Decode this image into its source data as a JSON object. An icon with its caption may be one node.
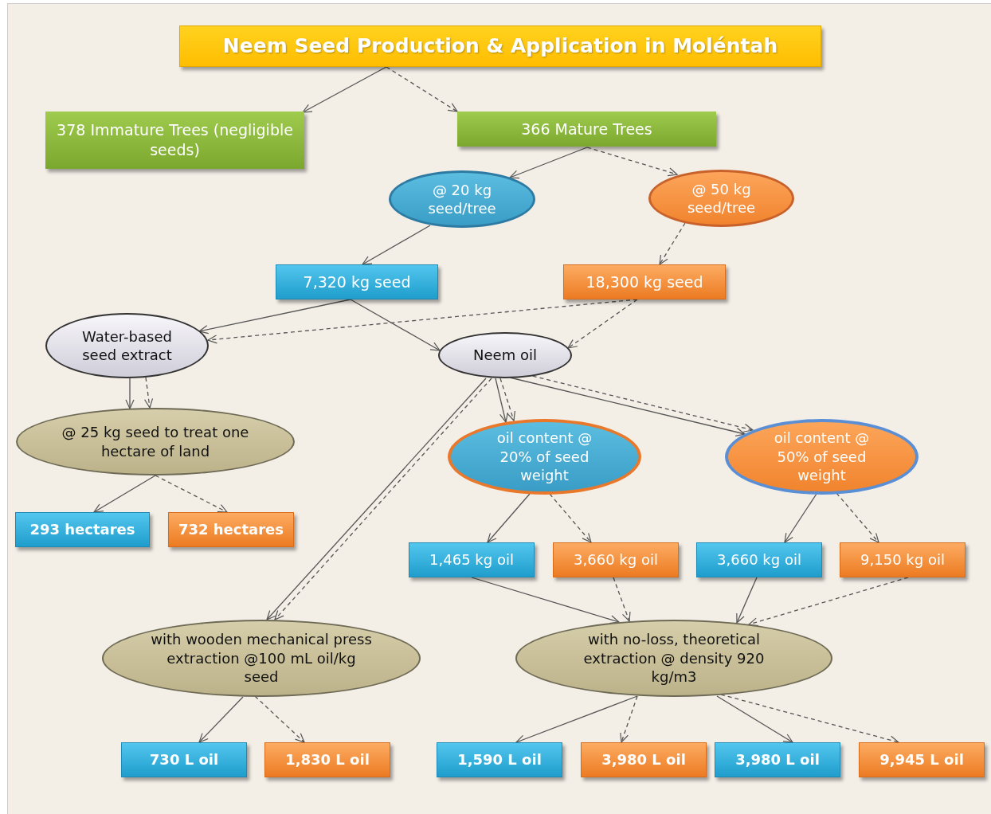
{
  "diagram": {
    "nodes": [
      {
        "text": [
          "Neem Seed Production & Application in Moléntah"
        ]
      },
      {
        "text": [
          "378 Immature Trees (negligible seeds)"
        ]
      },
      {
        "text": [
          "366 Mature Trees"
        ]
      },
      {
        "text": [
          "@ 20 kg seed/tree"
        ]
      },
      {
        "text": [
          "@ 50 kg seed/tree"
        ]
      },
      {
        "text": [
          "7,320 kg seed"
        ]
      },
      {
        "text": [
          "18,300 kg seed"
        ]
      },
      {
        "text": [
          "Water-based seed extract"
        ]
      },
      {
        "text": [
          "Neem oil"
        ]
      },
      {
        "text": [
          "@ 25 kg seed to treat one hectare of land"
        ]
      },
      {
        "text": [
          "293 hectares"
        ]
      },
      {
        "text": [
          "732 hectares"
        ]
      },
      {
        "text": [
          "oil content @ 20% of seed weight"
        ]
      },
      {
        "text": [
          "oil content @ 50% of seed weight"
        ]
      },
      {
        "text": [
          "1,465 kg oil"
        ]
      },
      {
        "text": [
          "3,660 kg oil"
        ]
      },
      {
        "text": [
          "3,660 kg oil"
        ]
      },
      {
        "text": [
          "9,150 kg oil"
        ]
      },
      {
        "text": [
          "with wooden mechanical press extraction @100 mL oil/kg seed"
        ]
      },
      {
        "text": [
          "with no-loss, theoretical extraction @ density 920 kg/m3"
        ]
      },
      {
        "text": [
          "730 L oil"
        ]
      },
      {
        "text": [
          "1,830 L oil"
        ]
      },
      {
        "text": [
          "1,590 L oil"
        ]
      },
      {
        "text": [
          "3,980 L oil"
        ]
      },
      {
        "text": [
          "3,980 L oil"
        ]
      },
      {
        "text": [
          "9,945 L oil"
        ]
      }
    ],
    "edges": [
      {
        "from": 0,
        "to": 1,
        "arrow": "to"
      },
      {
        "from": 0,
        "to": 2,
        "arrow": "to",
        "style": "dashed"
      },
      {
        "from": 2,
        "to": 3,
        "arrow": "to"
      },
      {
        "from": 2,
        "to": 4,
        "arrow": "to",
        "style": "dashed"
      },
      {
        "from": 3,
        "to": 5,
        "arrow": "to"
      },
      {
        "from": 4,
        "to": 6,
        "arrow": "to",
        "style": "dashed"
      },
      {
        "from": 5,
        "to": 7,
        "arrow": "to"
      },
      {
        "from": 6,
        "to": 7,
        "arrow": "to",
        "style": "dashed"
      },
      {
        "from": 5,
        "to": 8,
        "arrow": "to"
      },
      {
        "from": 6,
        "to": 8,
        "arrow": "to",
        "style": "dashed"
      },
      {
        "from": 7,
        "to": 9,
        "arrow": "to"
      },
      {
        "from": 7,
        "to": 9,
        "arrow": "to",
        "style": "dashed"
      },
      {
        "from": 9,
        "to": 10,
        "arrow": "to"
      },
      {
        "from": 9,
        "to": 11,
        "arrow": "to",
        "style": "dashed"
      },
      {
        "from": 8,
        "to": 12,
        "arrow": "to"
      },
      {
        "from": 8,
        "to": 12,
        "arrow": "to",
        "style": "dashed"
      },
      {
        "from": 8,
        "to": 13,
        "arrow": "to"
      },
      {
        "from": 8,
        "to": 13,
        "arrow": "to",
        "style": "dashed"
      },
      {
        "from": 8,
        "to": 18,
        "arrow": "to"
      },
      {
        "from": 8,
        "to": 18,
        "arrow": "to",
        "style": "dashed"
      },
      {
        "from": 12,
        "to": 14,
        "arrow": "to"
      },
      {
        "from": 12,
        "to": 15,
        "arrow": "to",
        "style": "dashed"
      },
      {
        "from": 13,
        "to": 16,
        "arrow": "to"
      },
      {
        "from": 13,
        "to": 17,
        "arrow": "to",
        "style": "dashed"
      },
      {
        "from": 14,
        "to": 19,
        "arrow": "to"
      },
      {
        "from": 15,
        "to": 19,
        "arrow": "to",
        "style": "dashed"
      },
      {
        "from": 16,
        "to": 19,
        "arrow": "to"
      },
      {
        "from": 17,
        "to": 19,
        "arrow": "to",
        "style": "dashed"
      },
      {
        "from": 18,
        "to": 20,
        "arrow": "to"
      },
      {
        "from": 18,
        "to": 21,
        "arrow": "to",
        "style": "dashed"
      },
      {
        "from": 19,
        "to": 22,
        "arrow": "to"
      },
      {
        "from": 19,
        "to": 23,
        "arrow": "to",
        "style": "dashed"
      },
      {
        "from": 19,
        "to": 24,
        "arrow": "to"
      },
      {
        "from": 19,
        "to": 25,
        "arrow": "to",
        "style": "dashed"
      }
    ]
  }
}
